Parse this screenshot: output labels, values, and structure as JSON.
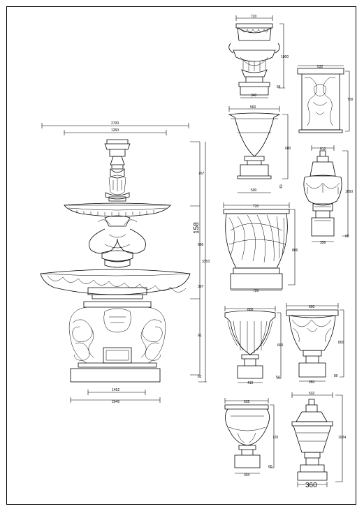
{
  "drawing": {
    "border_color": "#000000",
    "background": "#ffffff"
  },
  "fountain": {
    "width_top": "2700",
    "width_upper": "1260",
    "h_top": "767",
    "h_big": "158",
    "h_mid": "686",
    "h_total": "3353",
    "h_basin": "397",
    "h_base": "61",
    "h_plinth": "82",
    "base_inner": "1452",
    "base_outer": "2946"
  },
  "urns": [
    {
      "id": "a",
      "top": "720",
      "height": "1000",
      "base": "340",
      "small": "64"
    },
    {
      "id": "b",
      "top": "532",
      "height": "700"
    },
    {
      "id": "c",
      "top": "560",
      "height": "680",
      "small": "40",
      "base": "500"
    },
    {
      "id": "d",
      "top": "512",
      "height": "1050",
      "base": "356",
      "small": "68"
    },
    {
      "id": "e",
      "top": "720",
      "height": "806",
      "base": "720"
    },
    {
      "id": "f",
      "top": "600",
      "height": "660",
      "base": "410",
      "small": "54"
    },
    {
      "id": "g",
      "top": "600",
      "height": "800",
      "base": "350",
      "small": "80"
    },
    {
      "id": "h",
      "top": "635",
      "height": "720",
      "base": "304",
      "small": "60"
    },
    {
      "id": "i",
      "top": "532",
      "height": "1024",
      "base": "360"
    }
  ]
}
